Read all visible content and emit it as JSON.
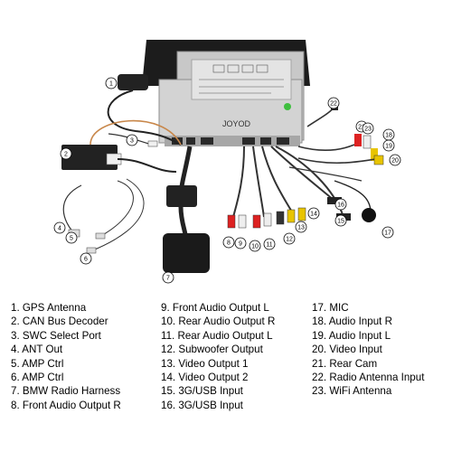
{
  "device": {
    "face_text": "JOYOD",
    "colors": {
      "chassis": "#c9c9c9",
      "bezel": "#1c1c1c",
      "accent_green": "#3fbf3f"
    }
  },
  "callouts": [
    "1",
    "2",
    "3",
    "4",
    "5",
    "6",
    "7",
    "8",
    "9",
    "10",
    "11",
    "12",
    "13",
    "14",
    "15",
    "16",
    "17",
    "18",
    "19",
    "20",
    "21",
    "22",
    "23"
  ],
  "legend": {
    "columns": [
      {
        "items": [
          "1. GPS Antenna",
          "2. CAN Bus Decoder",
          "3. SWC Select Port",
          "4. ANT Out",
          "5. AMP Ctrl",
          "6. AMP Ctrl",
          "7. BMW Radio Harness",
          "8. Front Audio Output R"
        ]
      },
      {
        "items": [
          "9.  Front Audio Output L",
          "10. Rear Audio Output R",
          "11. Rear Audio Output L",
          "12. Subwoofer Output",
          "13. Video Output 1",
          "14. Video Output 2",
          "15. 3G/USB Input",
          "16. 3G/USB Input"
        ]
      },
      {
        "items": [
          "17. MIC",
          "18. Audio Input R",
          "19. Audio Input L",
          "20. Video Input",
          "21. Rear Cam",
          "22. Radio Antenna Input",
          "23. WiFi Antenna"
        ]
      }
    ]
  }
}
